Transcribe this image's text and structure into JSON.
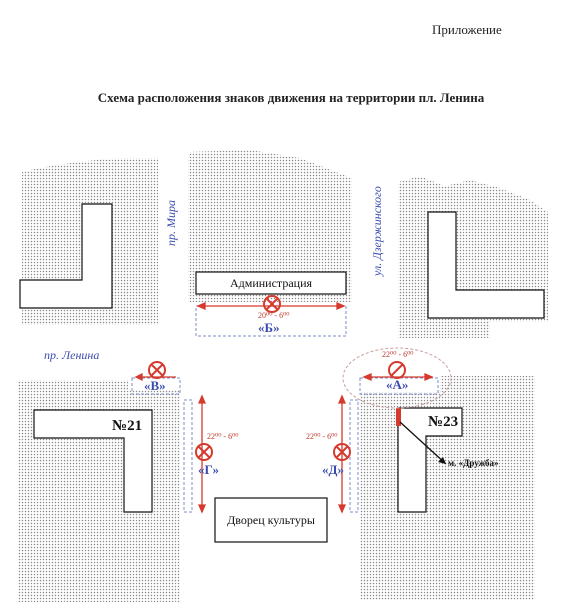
{
  "header": {
    "appendix": "Приложение",
    "title": "Схема расположения знаков движения на территории пл. Ленина"
  },
  "streets": {
    "mira": "пр. Мира",
    "dzerzhinskogo": "ул. Дзержинского",
    "lenina": "пр. Ленина"
  },
  "buildings": {
    "administration": "Администрация",
    "no21": "№21",
    "no23": "№23",
    "palace": "Дворец культуры",
    "druzhba": "м. «Дружба»"
  },
  "zones": {
    "a": "«А»",
    "b": "«Б»",
    "v": "«В»",
    "g": "«Г»",
    "d": "«Д»"
  },
  "times": {
    "b": "20⁰⁰ - 6⁰⁰",
    "a": "22⁰⁰ - 6⁰⁰",
    "g": "22⁰⁰ - 6⁰⁰",
    "d": "22⁰⁰ - 6⁰⁰"
  },
  "colors": {
    "street_text": "#3a4bb0",
    "sign_red": "#d63a2e",
    "zone_outline": "#7b8cc9"
  }
}
